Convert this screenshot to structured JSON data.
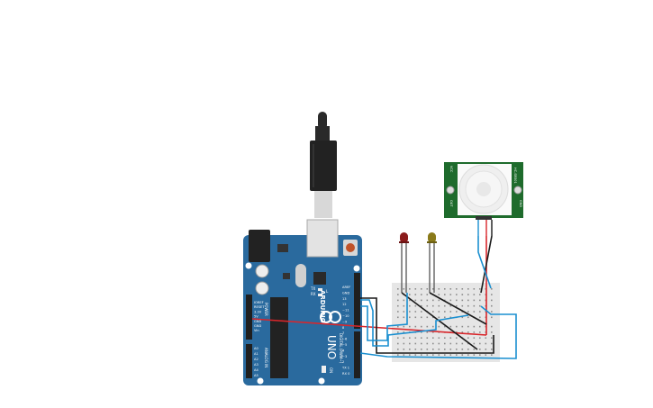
{
  "arduino": {
    "brand": "ARDUINO",
    "model": "UNO",
    "pin_labels_digital": [
      "AREF",
      "GND",
      "13",
      "12",
      "~11",
      "~10",
      "~9",
      "8",
      "7",
      "~6",
      "~5",
      "4",
      "~3",
      "2",
      "TX 1",
      "RX 0"
    ],
    "pin_labels_power": [
      "IOREF",
      "RESET",
      "3.3V",
      "5V",
      "GND",
      "GND",
      "Vin"
    ],
    "pin_labels_analog": [
      "A0",
      "A1",
      "A2",
      "A3",
      "A4",
      "A5"
    ],
    "section_digital": "DIGITAL (PWM~)",
    "section_power": "POWER",
    "section_analog": "ANALOG IN",
    "tx_label": "TX",
    "rx_label": "RX",
    "l_label": "L",
    "on_label": "ON"
  },
  "pir_sensor": {
    "name": "PIR sensor",
    "labels": [
      "HC-SR501",
      "VCC",
      "OUT",
      "GND"
    ]
  },
  "leds": [
    {
      "color": "red"
    },
    {
      "color": "yellow"
    }
  ],
  "colors": {
    "board": "#2a6a9e",
    "pir_board": "#1e6b2c",
    "wire_blue": "#1a8fd0",
    "wire_red": "#d9262b",
    "wire_black": "#1a1a1a",
    "breadboard": "#e6e6e6"
  }
}
